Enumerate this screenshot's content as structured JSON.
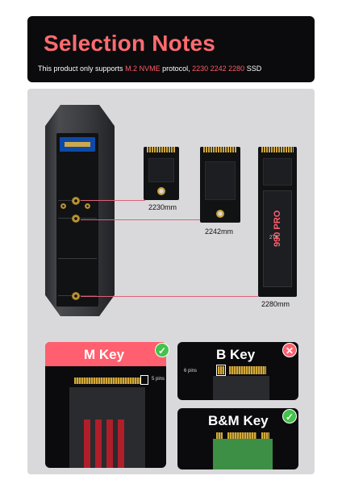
{
  "header": {
    "title": "Selection Notes",
    "subtitle_prefix": "This product only supports ",
    "protocol": "M.2 NVME",
    "subtitle_mid": " protocol, ",
    "sizes": "2230 2242 2280",
    "subtitle_suffix": " SSD"
  },
  "ssd_sizes": {
    "s2230": "2230mm",
    "s2242": "2242mm",
    "s2280": "2280mm"
  },
  "ssd_2280_marking": {
    "capacity": "2TB",
    "model": "990 PRO"
  },
  "keys": {
    "m_key": {
      "title": "M Key",
      "pins": "5 pins",
      "status": "supported"
    },
    "b_key": {
      "title": "B Key",
      "pins": "6 pins",
      "status": "not supported"
    },
    "bm_key": {
      "title": "B&M Key",
      "status": "supported"
    }
  },
  "colors": {
    "accent": "#ff5f6e",
    "supported": "#44c24a",
    "panel": "#0b0b0d"
  },
  "icons": {
    "supported": "check-icon",
    "unsupported": "x-icon"
  }
}
